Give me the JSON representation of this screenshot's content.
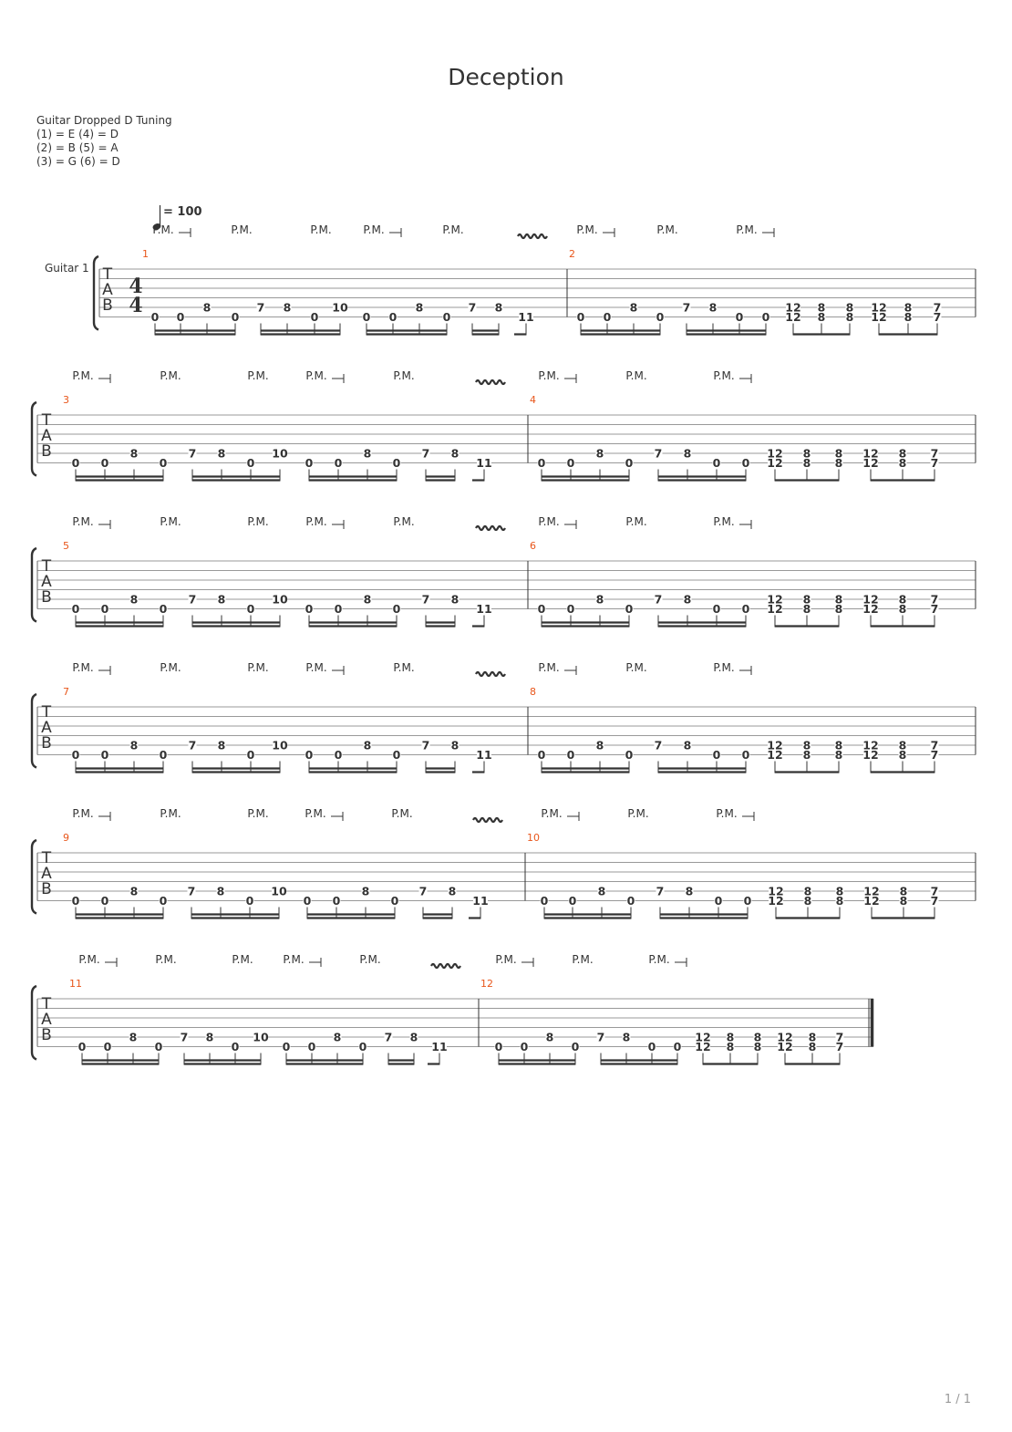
{
  "title": "Deception",
  "track": {
    "instrument_label": "Guitar 1",
    "tuning_name": "Guitar Dropped D Tuning",
    "tuning_lines": [
      "(1) = E  (4) = D",
      "(2) = B  (5) = A",
      "(3) = G  (6) = D"
    ],
    "tab_clef": [
      "T",
      "A",
      "B"
    ],
    "time_signature": [
      "4",
      "4"
    ],
    "tempo": "= 100"
  },
  "annotations": {
    "palm_mute": "P.M."
  },
  "bar_a": {
    "notes": [
      {
        "s": 6,
        "f": "0"
      },
      {
        "s": 6,
        "f": "0"
      },
      {
        "s": 5,
        "f": "8"
      },
      {
        "s": 6,
        "f": "0"
      },
      {
        "s": 5,
        "f": "7"
      },
      {
        "s": 5,
        "f": "8"
      },
      {
        "s": 6,
        "f": "0"
      },
      {
        "s": 5,
        "f": "10"
      },
      {
        "s": 6,
        "f": "0"
      },
      {
        "s": 6,
        "f": "0"
      },
      {
        "s": 5,
        "f": "8"
      },
      {
        "s": 6,
        "f": "0"
      },
      {
        "s": 5,
        "f": "7"
      },
      {
        "s": 5,
        "f": "8"
      },
      {
        "s": 6,
        "f": "11"
      }
    ],
    "beams": [
      [
        0,
        3,
        2
      ],
      [
        4,
        7,
        2
      ],
      [
        8,
        11,
        2
      ],
      [
        12,
        13,
        2
      ],
      [
        14,
        14,
        1
      ]
    ]
  },
  "bar_b": {
    "notes": [
      {
        "s": 6,
        "f": "0"
      },
      {
        "s": 6,
        "f": "0"
      },
      {
        "s": 5,
        "f": "8"
      },
      {
        "s": 6,
        "f": "0"
      },
      {
        "s": 5,
        "f": "7"
      },
      {
        "s": 5,
        "f": "8"
      },
      {
        "s": 6,
        "f": "0"
      },
      {
        "s": 6,
        "f": "0"
      },
      {
        "c": [
          {
            "s": 5,
            "f": "12"
          },
          {
            "s": 6,
            "f": "12"
          }
        ]
      },
      {
        "c": [
          {
            "s": 5,
            "f": "8"
          },
          {
            "s": 6,
            "f": "8"
          }
        ]
      },
      {
        "c": [
          {
            "s": 5,
            "f": "8"
          },
          {
            "s": 6,
            "f": "8"
          }
        ]
      },
      {
        "c": [
          {
            "s": 5,
            "f": "12"
          },
          {
            "s": 6,
            "f": "12"
          }
        ]
      },
      {
        "c": [
          {
            "s": 5,
            "f": "8"
          },
          {
            "s": 6,
            "f": "8"
          }
        ]
      },
      {
        "c": [
          {
            "s": 5,
            "f": "7"
          },
          {
            "s": 6,
            "f": "7"
          }
        ]
      }
    ],
    "beams": [
      [
        0,
        3,
        2
      ],
      [
        4,
        7,
        2
      ],
      [
        8,
        10,
        1
      ],
      [
        11,
        13,
        1
      ]
    ]
  },
  "systems": [
    {
      "bars": [
        "1",
        "2"
      ]
    },
    {
      "bars": [
        "3",
        "4"
      ]
    },
    {
      "bars": [
        "5",
        "6"
      ]
    },
    {
      "bars": [
        "7",
        "8"
      ]
    },
    {
      "bars": [
        "9",
        "10"
      ]
    },
    {
      "bars": [
        "11",
        "12"
      ]
    }
  ],
  "page_number": "1 / 1"
}
